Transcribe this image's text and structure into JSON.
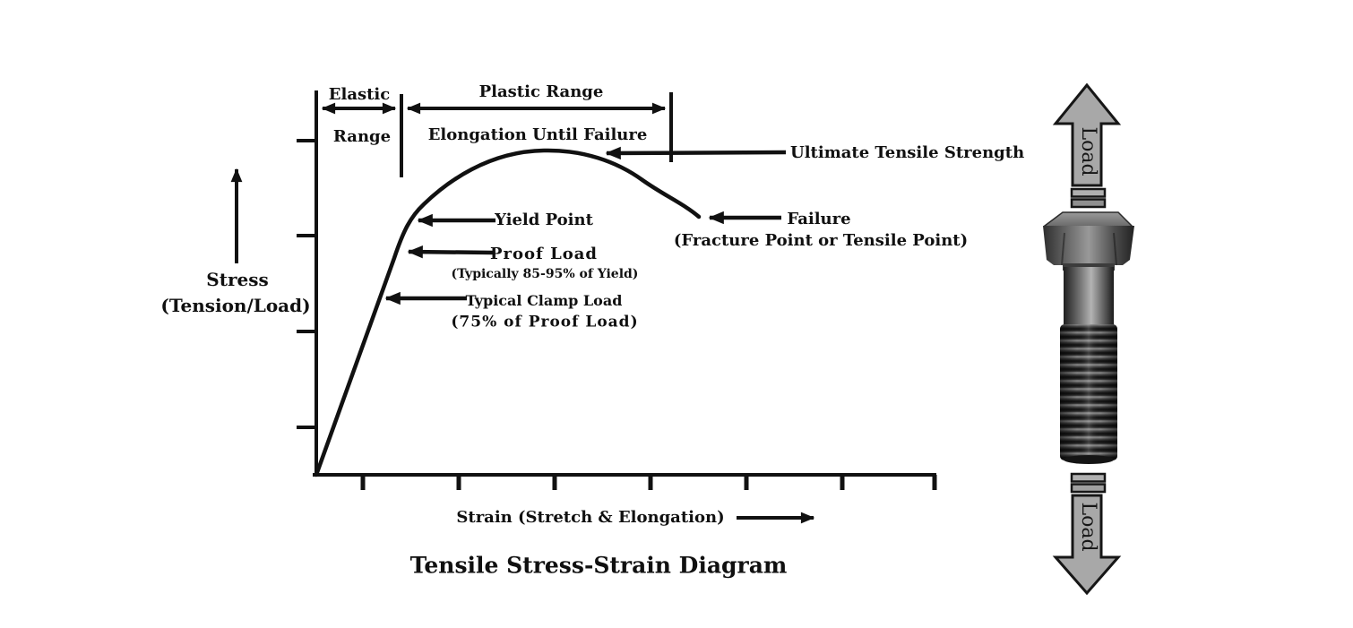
{
  "title": "Tensile Stress-Strain Diagram",
  "axes": {
    "stress_label": "Stress",
    "stress_sublabel": "(Tension/Load)",
    "strain_label": "Strain (Stretch & Elongation)"
  },
  "ranges": {
    "elastic_word1": "Elastic",
    "elastic_word2": "Range",
    "plastic": "Plastic Range",
    "elongation": "Elongation Until Failure"
  },
  "annotations": {
    "ultimate": "Ultimate Tensile Strength",
    "failure": "Failure",
    "failure_sub": "(Fracture Point or Tensile Point)",
    "yield": "Yield Point",
    "proof": "Proof Load",
    "proof_sub": "(Typically 85-95% of Yield)",
    "clamp": "Typical Clamp Load",
    "clamp_sub": "(75% of Proof Load)"
  },
  "bolt_figure": {
    "load_top": "Load",
    "load_bottom": "Load"
  },
  "colors": {
    "ink": "#111111",
    "arrow_fill": "#a8a8a8",
    "background": "#ffffff"
  }
}
